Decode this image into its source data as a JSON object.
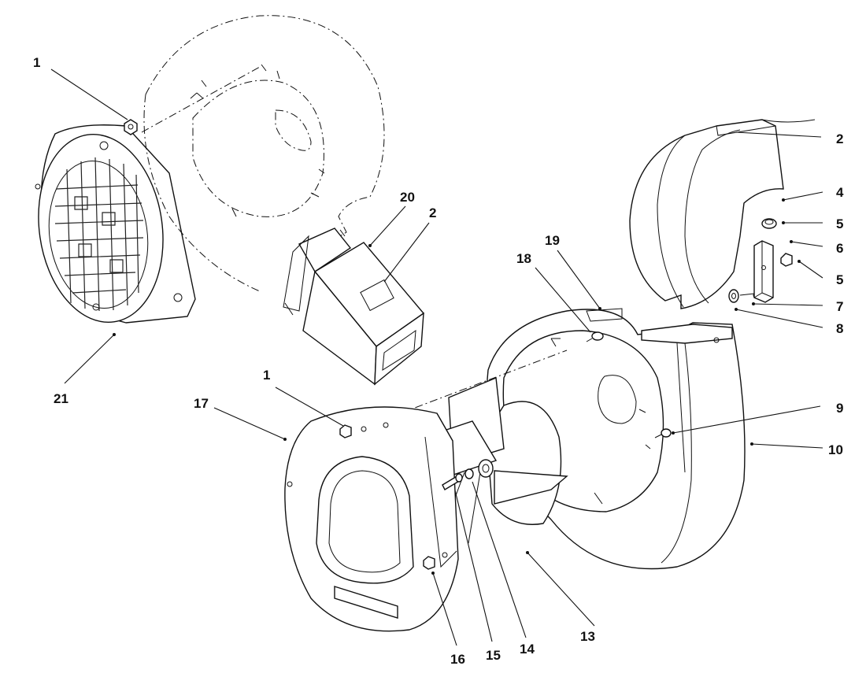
{
  "callouts": [
    {
      "id": "c1a",
      "label": "1"
    },
    {
      "id": "c21",
      "label": "21"
    },
    {
      "id": "c20",
      "label": "20"
    },
    {
      "id": "c2a",
      "label": "2"
    },
    {
      "id": "c2b",
      "label": "2"
    },
    {
      "id": "c4",
      "label": "4"
    },
    {
      "id": "c5a",
      "label": "5"
    },
    {
      "id": "c6",
      "label": "6"
    },
    {
      "id": "c5b",
      "label": "5"
    },
    {
      "id": "c7",
      "label": "7"
    },
    {
      "id": "c8",
      "label": "8"
    },
    {
      "id": "c19",
      "label": "19"
    },
    {
      "id": "c18",
      "label": "18"
    },
    {
      "id": "c9",
      "label": "9"
    },
    {
      "id": "c10",
      "label": "10"
    },
    {
      "id": "c17",
      "label": "17"
    },
    {
      "id": "c1b",
      "label": "1"
    },
    {
      "id": "c13",
      "label": "13"
    },
    {
      "id": "c14",
      "label": "14"
    },
    {
      "id": "c15",
      "label": "15"
    },
    {
      "id": "c16",
      "label": "16"
    }
  ]
}
